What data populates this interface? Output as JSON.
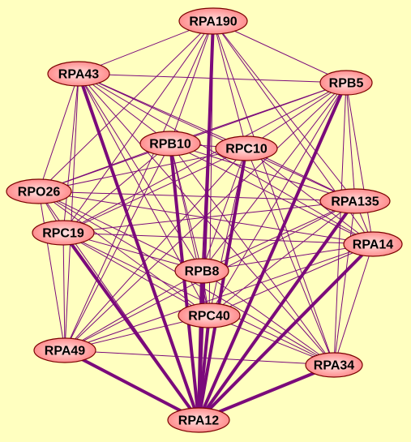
{
  "colors": {
    "background": "#ffffc0",
    "edge": "#7b0a7b",
    "node_fill_light": "#ffe4e4",
    "node_fill_dark": "#ff8585",
    "node_stroke": "#7a0000"
  },
  "nodes": [
    {
      "id": "RPA190",
      "label": "RPA190"
    },
    {
      "id": "RPA43",
      "label": "RPA43"
    },
    {
      "id": "RPB5",
      "label": "RPB5"
    },
    {
      "id": "RPB10",
      "label": "RPB10"
    },
    {
      "id": "RPC10",
      "label": "RPC10"
    },
    {
      "id": "RPO26",
      "label": "RPO26"
    },
    {
      "id": "RPA135",
      "label": "RPA135"
    },
    {
      "id": "RPC19",
      "label": "RPC19"
    },
    {
      "id": "RPA14",
      "label": "RPA14"
    },
    {
      "id": "RPB8",
      "label": "RPB8"
    },
    {
      "id": "RPC40",
      "label": "RPC40"
    },
    {
      "id": "RPA49",
      "label": "RPA49"
    },
    {
      "id": "RPA34",
      "label": "RPA34"
    },
    {
      "id": "RPA12",
      "label": "RPA12"
    }
  ],
  "edges": {
    "complete": true,
    "strong": [
      [
        "RPA12",
        "RPA190"
      ],
      [
        "RPA12",
        "RPA43"
      ],
      [
        "RPA12",
        "RPB5"
      ],
      [
        "RPA12",
        "RPB10"
      ],
      [
        "RPA12",
        "RPC10"
      ],
      [
        "RPA12",
        "RPC19"
      ],
      [
        "RPA12",
        "RPA135"
      ],
      [
        "RPA12",
        "RPA14"
      ],
      [
        "RPA12",
        "RPB8"
      ],
      [
        "RPA12",
        "RPC40"
      ],
      [
        "RPA12",
        "RPA49"
      ],
      [
        "RPA12",
        "RPA34"
      ]
    ]
  }
}
